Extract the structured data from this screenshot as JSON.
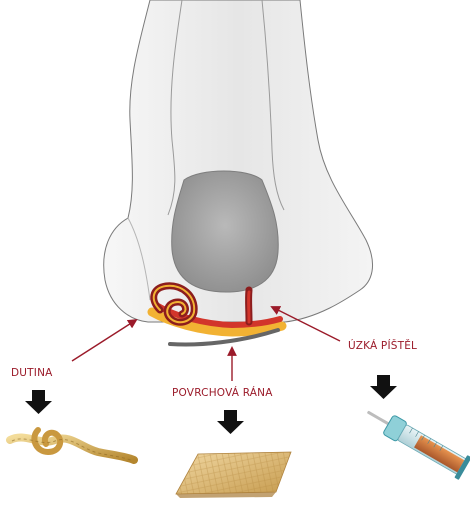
{
  "labels": {
    "cavity": "DUTINA",
    "surface_wound": "POVRCHOVÁ RÁNA",
    "narrow_fistula": "ÚZKÁ PÍŠTĚL"
  },
  "colors": {
    "label": "#9b1b2a",
    "arrow": "#9b1b2a",
    "tissue_light": "#ececec",
    "bone": "#a0a0a0",
    "outline": "#444444",
    "wound_dark": "#8c1d1d",
    "wound_red": "#d2352b",
    "wound_yellow": "#f2b233",
    "dressing_grey": "#666666",
    "down_arrow": "#111111"
  },
  "icons": {
    "cavity_dressing": "rope-dressing",
    "surface_dressing": "gauze-pad",
    "fistula_tool": "syringe"
  }
}
